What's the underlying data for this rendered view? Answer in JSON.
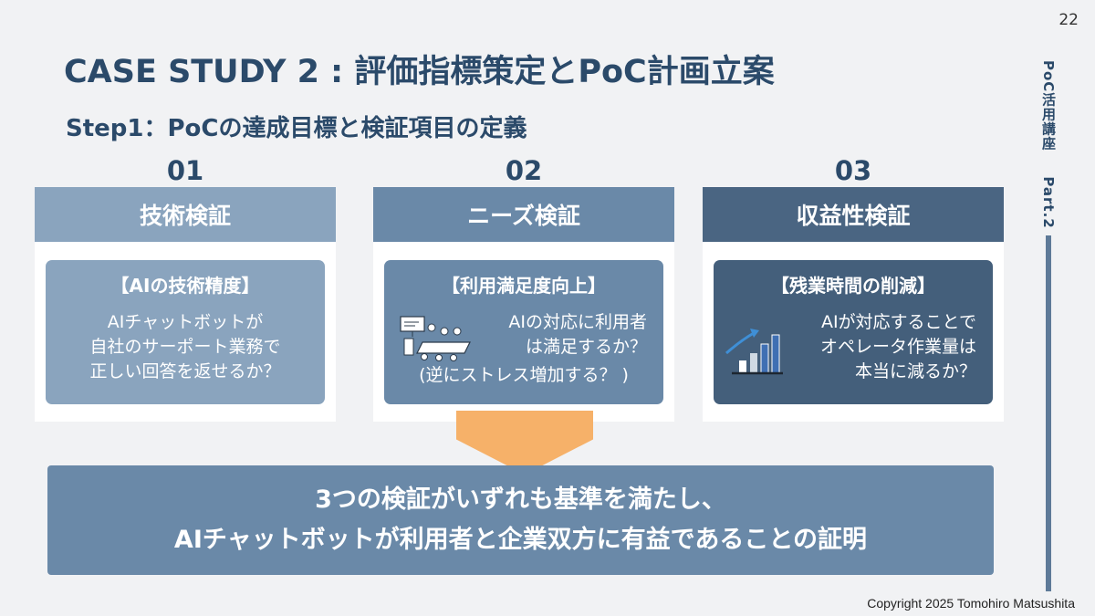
{
  "page_number": "22",
  "title": "CASE STUDY 2 : 評価指標策定とPoC計画立案",
  "subtitle": "Step1：PoCの達成目標と検証項目の定義",
  "side_label": {
    "course": "PoC活用講座",
    "part": "Part.2"
  },
  "steps": [
    {
      "number": "01",
      "header": "技術検証",
      "heading": "【AIの技術精度】",
      "lines": [
        "AIチャットボットが",
        "自社のサーポート業務で",
        "正しい回答を返せるか？"
      ]
    },
    {
      "number": "02",
      "header": "ニーズ検証",
      "heading": "【利用満足度向上】",
      "lines": [
        "AIの対応に利用者",
        "は満足するか？",
        "(逆にストレス増加する？ )"
      ],
      "icon": "meeting-people-icon"
    },
    {
      "number": "03",
      "header": "収益性検証",
      "heading": "【残業時間の削減】",
      "lines": [
        "AIが対応することで",
        "オペレータ作業量は",
        "本当に減るか？"
      ],
      "icon": "growth-bar-chart-icon"
    }
  ],
  "conclusion": {
    "line1": "3つの検証がいずれも基準を満たし、",
    "line2": "AIチャットボットが利用者と企業双方に有益であることの証明"
  },
  "colors": {
    "title": "#2b4a6a",
    "card1": "#8aa4be",
    "card2": "#6a89a8",
    "card3": "#4a6582",
    "arrow": "#f6b169",
    "conclusion": "#6a89a8"
  },
  "copyright": "Copyright 2025 Tomohiro Matsushita"
}
